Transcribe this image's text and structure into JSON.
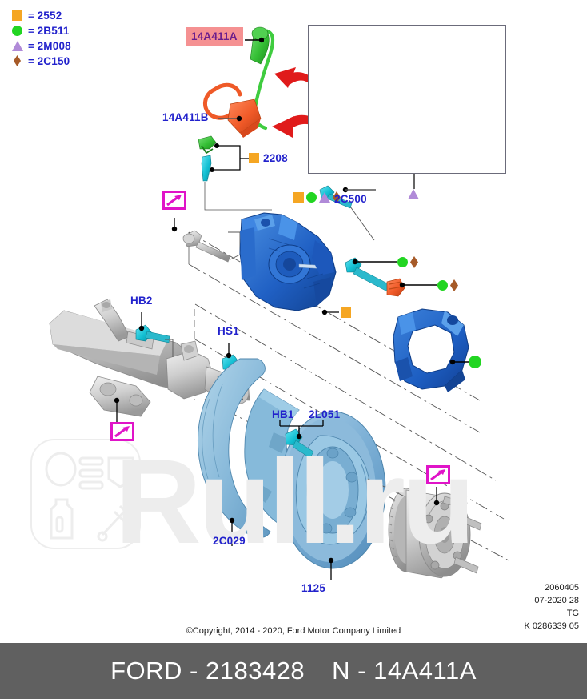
{
  "legend": {
    "items": [
      {
        "symbol": "orange-square",
        "eq": "=",
        "code": "2552"
      },
      {
        "symbol": "green-circle",
        "eq": "=",
        "code": "2B511"
      },
      {
        "symbol": "purple-triangle",
        "eq": "=",
        "code": "2M008"
      },
      {
        "symbol": "brown-diamond",
        "eq": "=",
        "code": "2C150"
      }
    ]
  },
  "labels": {
    "part_14a411a": "14A411A",
    "part_14a411b": "14A411B",
    "part_2208": "2208",
    "part_2c500": "2C500",
    "part_hb2": "HB2",
    "part_hs1": "HS1",
    "part_hb1": "HB1",
    "part_2l051": "2L051",
    "part_2c029": "2C029",
    "part_1125": "1125"
  },
  "document": {
    "code_drawing": "2060405",
    "code_date": "07-2020 28",
    "code_tg": "TG",
    "code_k": "K 0286339 05",
    "copyright": "©Copyright, 2014 - 2020, Ford Motor Company Limited"
  },
  "footer": {
    "brand_part": "FORD - 2183428",
    "catalog_part": "N - 14A411A"
  },
  "watermark": {
    "text": "Rull.ru"
  },
  "colors": {
    "orange_square": "#f5a623",
    "green_circle": "#22d522",
    "purple_triangle": "#b08ad8",
    "brown_diamond": "#a65a28",
    "label_blue": "#2222cc",
    "highlight_bg": "#f59192",
    "highlight_text": "#6b1e8c",
    "ref_magenta": "#e014c8",
    "footer_bg": "#606060",
    "caliper_blue": "#2a6fd4",
    "rotor_blue": "#7fb4d8",
    "pad_blue": "#8fa0dd",
    "clip_teal": "#1fc8d8",
    "sensor_green": "#4ac64a",
    "wear_orange": "#ef5a28"
  }
}
